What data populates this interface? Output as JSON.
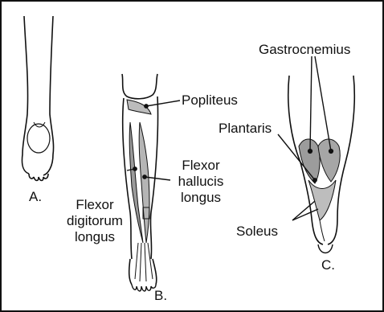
{
  "labels": {
    "panel_a": "A.",
    "panel_b": "B.",
    "panel_c": "C.",
    "popliteus": "Popliteus",
    "flexor_digitorum_longus": [
      "Flexor",
      "digitorum",
      "longus"
    ],
    "flexor_hallucis_longus": [
      "Flexor",
      "hallucis",
      "longus"
    ],
    "gastrocnemius": "Gastrocnemius",
    "plantaris": "Plantaris",
    "soleus": "Soleus"
  },
  "colors": {
    "ink": "#111111",
    "background": "#ffffff",
    "muscle_shade": "#8a8a8a",
    "muscle_fill": "#cfcfcf"
  }
}
